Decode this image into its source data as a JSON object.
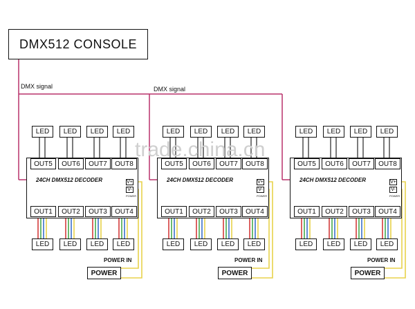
{
  "console": {
    "label": "DMX512 CONSOLE"
  },
  "signal_labels": [
    "DMX  signal",
    "DMX  signal"
  ],
  "watermark": "trade.china.cn",
  "decoders": [
    {
      "title": "24CH  DMX512  DECODER",
      "top_leds": [
        "LED",
        "LED",
        "LED",
        "LED"
      ],
      "top_outs": [
        "OUT5",
        "OUT6",
        "OUT7",
        "OUT8"
      ],
      "bottom_outs": [
        "OUT1",
        "OUT2",
        "OUT3",
        "OUT4"
      ],
      "bottom_leds": [
        "LED",
        "LED",
        "LED",
        "LED"
      ],
      "v_plus": "V+",
      "v_minus": "V-",
      "terminal_caption": "POWER",
      "power_in": "POWER IN",
      "power_box": "POWER"
    },
    {
      "title": "24CH  DMX512  DECODER",
      "top_leds": [
        "LED",
        "LED",
        "LED",
        "LED"
      ],
      "top_outs": [
        "OUT5",
        "OUT6",
        "OUT7",
        "OUT8"
      ],
      "bottom_outs": [
        "OUT1",
        "OUT2",
        "OUT3",
        "OUT4"
      ],
      "bottom_leds": [
        "LED",
        "LED",
        "LED",
        "LED"
      ],
      "v_plus": "V+",
      "v_minus": "V-",
      "terminal_caption": "POWER",
      "power_in": "POWER IN",
      "power_box": "POWER"
    },
    {
      "title": "24CH  DMX512  DECODER",
      "top_leds": [
        "LED",
        "LED",
        "LED",
        "LED"
      ],
      "top_outs": [
        "OUT5",
        "OUT6",
        "OUT7",
        "OUT8"
      ],
      "bottom_outs": [
        "OUT1",
        "OUT2",
        "OUT3",
        "OUT4"
      ],
      "bottom_leds": [
        "LED",
        "LED",
        "LED",
        "LED"
      ],
      "v_plus": "V+",
      "v_minus": "V-",
      "terminal_caption": "POWER",
      "power_in": "POWER IN",
      "power_box": "POWER"
    }
  ],
  "colors": {
    "dmx_line": "#b8306a",
    "power_line": "#e8d24a",
    "wire_red": "#d33b3b",
    "wire_green": "#46a84c",
    "wire_blue": "#3a6fc9",
    "wire_yellow": "#e8d24a",
    "wire_black": "#222222"
  }
}
